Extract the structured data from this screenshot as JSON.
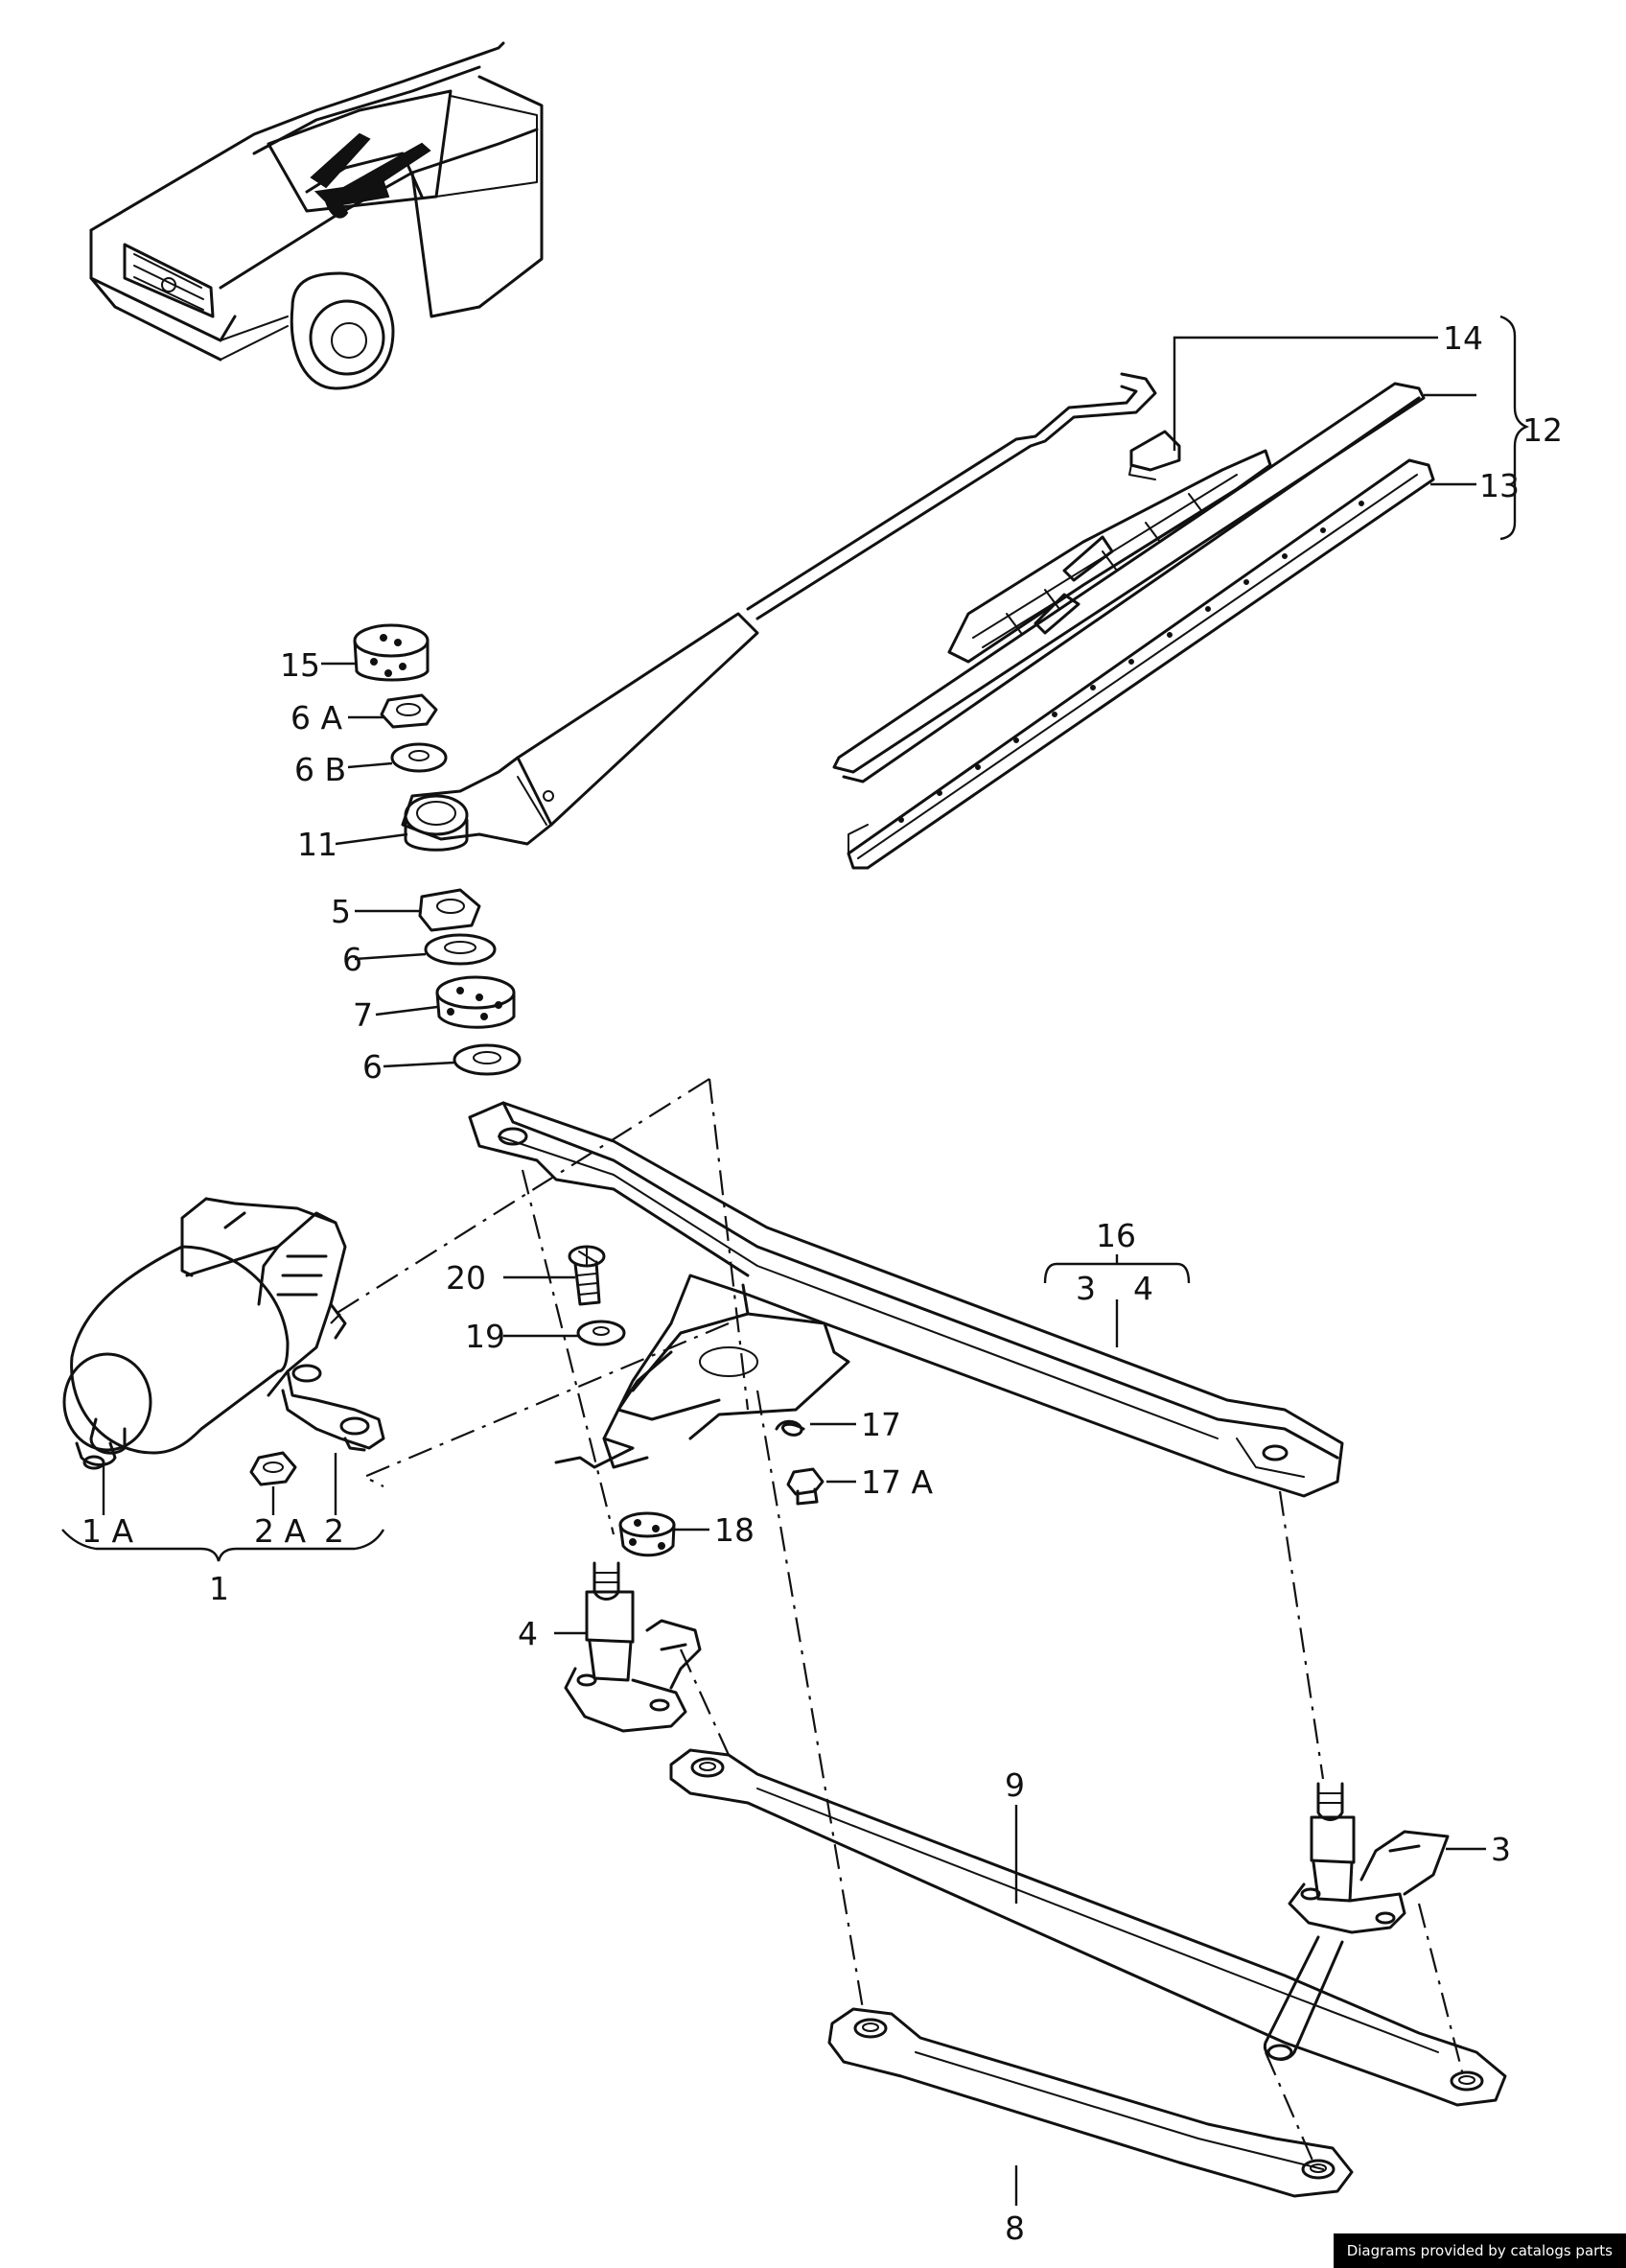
{
  "callouts": {
    "c1": "1",
    "c1A": "1 A",
    "c2": "2",
    "c2A": "2 A",
    "c3": "3",
    "c4": "4",
    "c5": "5",
    "c6a": "6",
    "c6b": "6",
    "c6A": "6 A",
    "c6B": "6 B",
    "c7": "7",
    "c8": "8",
    "c9": "9",
    "c11": "11",
    "c12": "12",
    "c13": "13",
    "c14": "14",
    "c15": "15",
    "c16": "16",
    "c16_3": "3",
    "c16_4": "4",
    "c17": "17",
    "c17A": "17 A",
    "c18": "18",
    "c19": "19",
    "c20": "20"
  },
  "credit": "Diagrams provided by catalogs parts"
}
